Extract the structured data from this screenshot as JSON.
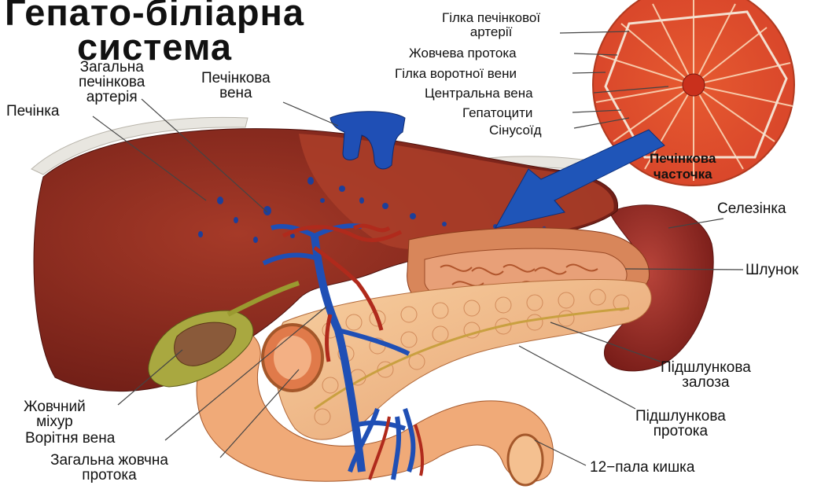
{
  "title": {
    "line1": "Гепато-біліарна",
    "line2": "система"
  },
  "labels": {
    "common_hepatic_artery": [
      "Загальна",
      "печінкова",
      "артерія"
    ],
    "hepatic_vein": [
      "Печінкова",
      "вена"
    ],
    "liver": "Печінка",
    "gallbladder": [
      "Жовчний",
      "міхур"
    ],
    "portal_vein": "Ворітня вена",
    "common_bile_duct": [
      "Загальна жовчна",
      "протока"
    ],
    "duodenum": "12−пала кишка",
    "pancreatic_duct": [
      "Підшлункова",
      "протока"
    ],
    "pancreas": [
      "Підшлункова",
      "залоза"
    ],
    "stomach": "Шлунок",
    "spleen": "Селезінка",
    "lobule_title": [
      "Печінкова",
      "часточка"
    ],
    "lobule_parts": [
      [
        "Гілка печінкової",
        "артерії"
      ],
      [
        "Жовчева протока"
      ],
      [
        "Гілка воротної вени"
      ],
      [
        "Центральна вена"
      ],
      [
        "Гепатоцити"
      ],
      [
        "Сінусоїд"
      ]
    ]
  },
  "colors": {
    "liver": "#8e2a1f",
    "liver_right": "#a63a26",
    "vessel_blue": "#1f4fb5",
    "artery_red": "#b02a1c",
    "gallbladder": "#9a9a3a",
    "pancreas": "#f0b98a",
    "stomach": "#d98a5a",
    "spleen": "#9a2a24",
    "duodenum": "#f2b07a",
    "arrow": "#1f55b8",
    "lobule": "#e04a2a"
  }
}
